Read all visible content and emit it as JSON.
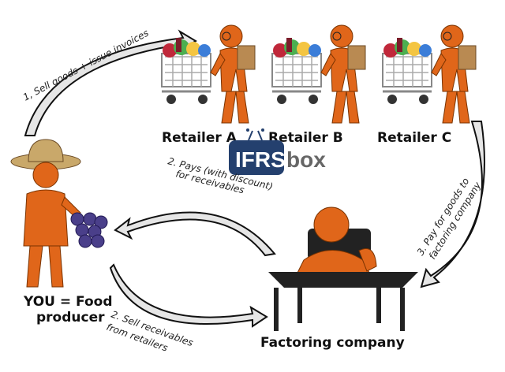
{
  "retailers": [
    {
      "label": "Retailer A"
    },
    {
      "label": "Retailer B"
    },
    {
      "label": "Retailer C"
    }
  ],
  "producer": {
    "label_line1": "YOU = Food",
    "label_line2": "producer"
  },
  "factor": {
    "label": "Factoring company"
  },
  "logo": {
    "part1": "IFRS",
    "part2": "box",
    "color": "#24406e"
  },
  "steps": {
    "step1": "1, Sell goods + issue invoices",
    "step2_line1": "2. Pays (with discount)",
    "step2_line2": "for receivables",
    "step2b_line1": "2. Sell receivables",
    "step2b_line2": "from retailers",
    "step3_line1": "3. Pay for goods to",
    "step3_line2": "factoring company"
  },
  "colors": {
    "figure": "#e0661a",
    "grapes": "#4a3f8a",
    "desk": "#222222"
  }
}
